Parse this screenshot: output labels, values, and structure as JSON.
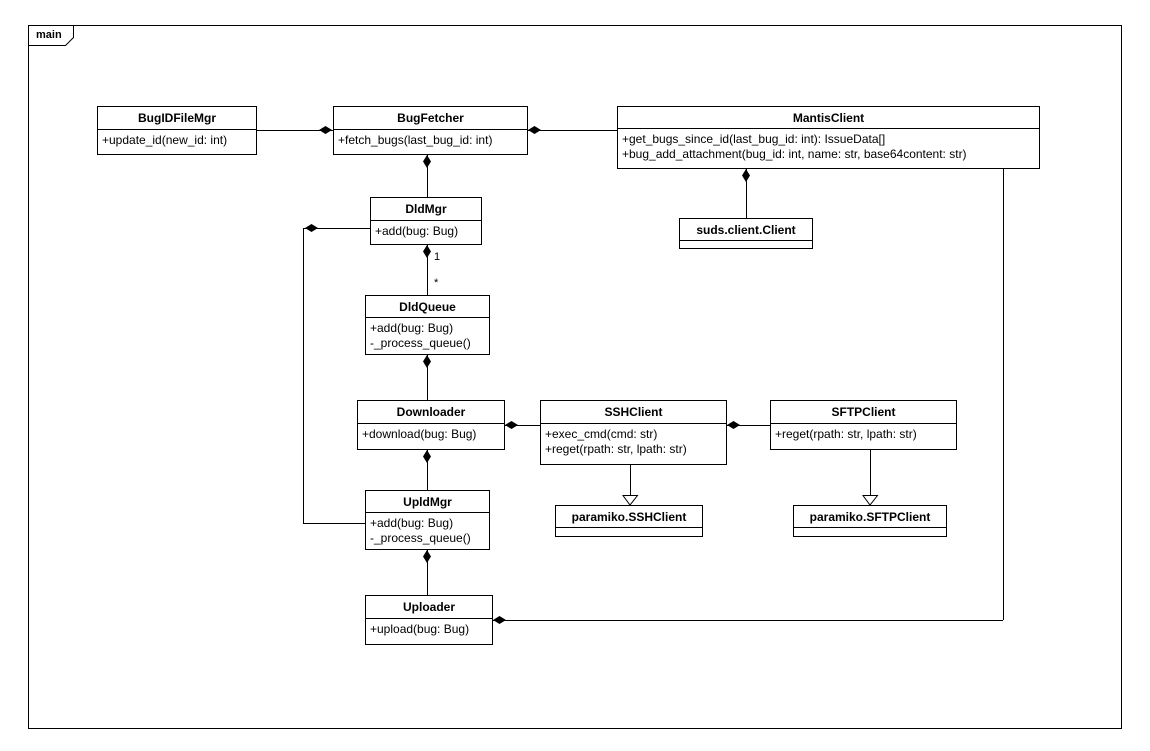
{
  "frame": {
    "label": "main"
  },
  "colors": {
    "line": "#000000",
    "background": "#ffffff"
  },
  "classes": {
    "bugidfilemgr": {
      "name": "BugIDFileMgr",
      "members": [
        "+update_id(new_id: int)"
      ]
    },
    "bugfetcher": {
      "name": "BugFetcher",
      "members": [
        "+fetch_bugs(last_bug_id: int)"
      ]
    },
    "mantisclient": {
      "name": "MantisClient",
      "members": [
        "+get_bugs_since_id(last_bug_id: int): IssueData[]",
        "+bug_add_attachment(bug_id: int, name: str, base64content: str)"
      ]
    },
    "dldmgr": {
      "name": "DldMgr",
      "members": [
        "+add(bug: Bug)"
      ]
    },
    "sudsclient": {
      "name": "suds.client.Client",
      "members": []
    },
    "dldqueue": {
      "name": "DldQueue",
      "members": [
        "+add(bug: Bug)",
        "-_process_queue()"
      ]
    },
    "downloader": {
      "name": "Downloader",
      "members": [
        "+download(bug: Bug)"
      ]
    },
    "sshclient": {
      "name": "SSHClient",
      "members": [
        "+exec_cmd(cmd: str)",
        "+reget(rpath: str, lpath: str)"
      ]
    },
    "sftpclient": {
      "name": "SFTPClient",
      "members": [
        "+reget(rpath: str, lpath: str)"
      ]
    },
    "upldmgr": {
      "name": "UpldMgr",
      "members": [
        "+add(bug: Bug)",
        "-_process_queue()"
      ]
    },
    "paramikossh": {
      "name": "paramiko.SSHClient",
      "members": []
    },
    "paramikosftp": {
      "name": "paramiko.SFTPClient",
      "members": []
    },
    "uploader": {
      "name": "Uploader",
      "members": [
        "+upload(bug: Bug)"
      ]
    }
  },
  "labels": {
    "mult_one": "1",
    "mult_many": "*"
  },
  "relationships": [
    {
      "from": "BugFetcher",
      "to": "BugIDFileMgr",
      "type": "composition"
    },
    {
      "from": "BugFetcher",
      "to": "MantisClient",
      "type": "composition"
    },
    {
      "from": "BugFetcher",
      "to": "DldMgr",
      "type": "composition"
    },
    {
      "from": "MantisClient",
      "to": "suds.client.Client",
      "type": "composition"
    },
    {
      "from": "DldMgr",
      "to": "DldQueue",
      "type": "composition",
      "multiplicity_from": "1",
      "multiplicity_to": "*"
    },
    {
      "from": "DldQueue",
      "to": "Downloader",
      "type": "composition"
    },
    {
      "from": "Downloader",
      "to": "SSHClient",
      "type": "composition"
    },
    {
      "from": "SSHClient",
      "to": "SFTPClient",
      "type": "composition"
    },
    {
      "from": "Downloader",
      "to": "UpldMgr",
      "type": "composition"
    },
    {
      "from": "UpldMgr",
      "to": "Uploader",
      "type": "composition"
    },
    {
      "from": "DldMgr",
      "to": "UpldMgr",
      "type": "composition"
    },
    {
      "from": "Uploader",
      "to": "MantisClient",
      "type": "composition"
    },
    {
      "from": "SSHClient",
      "to": "paramiko.SSHClient",
      "type": "realization"
    },
    {
      "from": "SFTPClient",
      "to": "paramiko.SFTPClient",
      "type": "realization"
    }
  ]
}
